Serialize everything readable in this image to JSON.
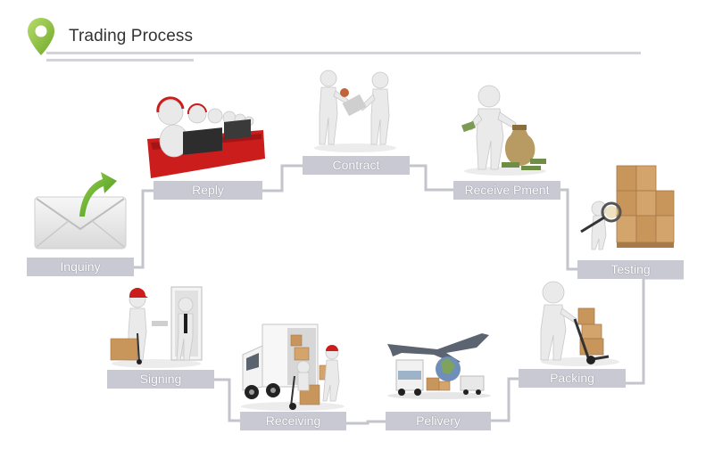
{
  "header": {
    "title": "Trading Process",
    "accent_color": "#8fc43a"
  },
  "steps": [
    {
      "label": "Inquiny",
      "icon": "envelope-arrow-icon"
    },
    {
      "label": "Reply",
      "icon": "call-center-icon"
    },
    {
      "label": "Contract",
      "icon": "handshake-contract-icon"
    },
    {
      "label": "Receive Pment",
      "icon": "money-bag-icon"
    },
    {
      "label": "Testing",
      "icon": "magnifier-boxes-icon"
    },
    {
      "label": "Packing",
      "icon": "hand-truck-icon"
    },
    {
      "label": "Pelivery",
      "icon": "airplane-truck-icon"
    },
    {
      "label": "Receiving",
      "icon": "delivery-van-icon"
    },
    {
      "label": "Signing",
      "icon": "door-signing-icon"
    }
  ],
  "colors": {
    "label_bg": "#c9c9d3",
    "connector": "#c4c4cc",
    "figure": "#e6e6e6",
    "box": "#c8955b"
  }
}
